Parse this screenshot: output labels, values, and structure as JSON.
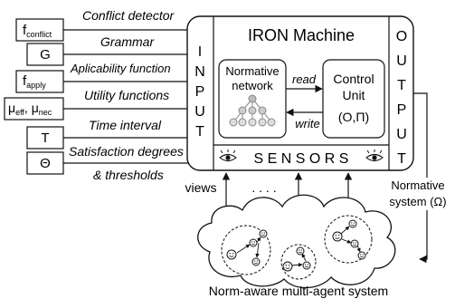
{
  "inputs": [
    {
      "symbol": "f",
      "sub": "conflict",
      "label": "Conflict detector"
    },
    {
      "symbol": "G",
      "sub": "",
      "label": "Grammar"
    },
    {
      "symbol": "f",
      "sub": "apply",
      "label": "Aplicability function"
    },
    {
      "symbol": "μ",
      "sub": "eff",
      "symbol2": "μ",
      "sub2": "nec",
      "label": "Utility functions"
    },
    {
      "symbol": "T",
      "sub": "",
      "label": "Time interval"
    },
    {
      "symbol": "Θ",
      "sub": "",
      "label": "Satisfaction degrees",
      "label2": "& thresholds"
    }
  ],
  "machine": {
    "title": "IRON Machine",
    "input_letters": [
      "I",
      "N",
      "P",
      "U",
      "T"
    ],
    "output_letters": [
      "O",
      "U",
      "T",
      "P",
      "U",
      "T"
    ],
    "normative_network_line1": "Normative",
    "normative_network_line2": "network",
    "read_label": "read",
    "write_label": "write",
    "control_unit_line1": "Control",
    "control_unit_line2": "Unit",
    "control_unit_line3": "(O,Π)",
    "sensors_label": "S E N S O R S"
  },
  "views_label": "views",
  "dots_label": ". . . .",
  "normative_system_line1": "Normative",
  "normative_system_line2": "system (Ω)",
  "mas_caption": "Norm-aware multi-agent system"
}
